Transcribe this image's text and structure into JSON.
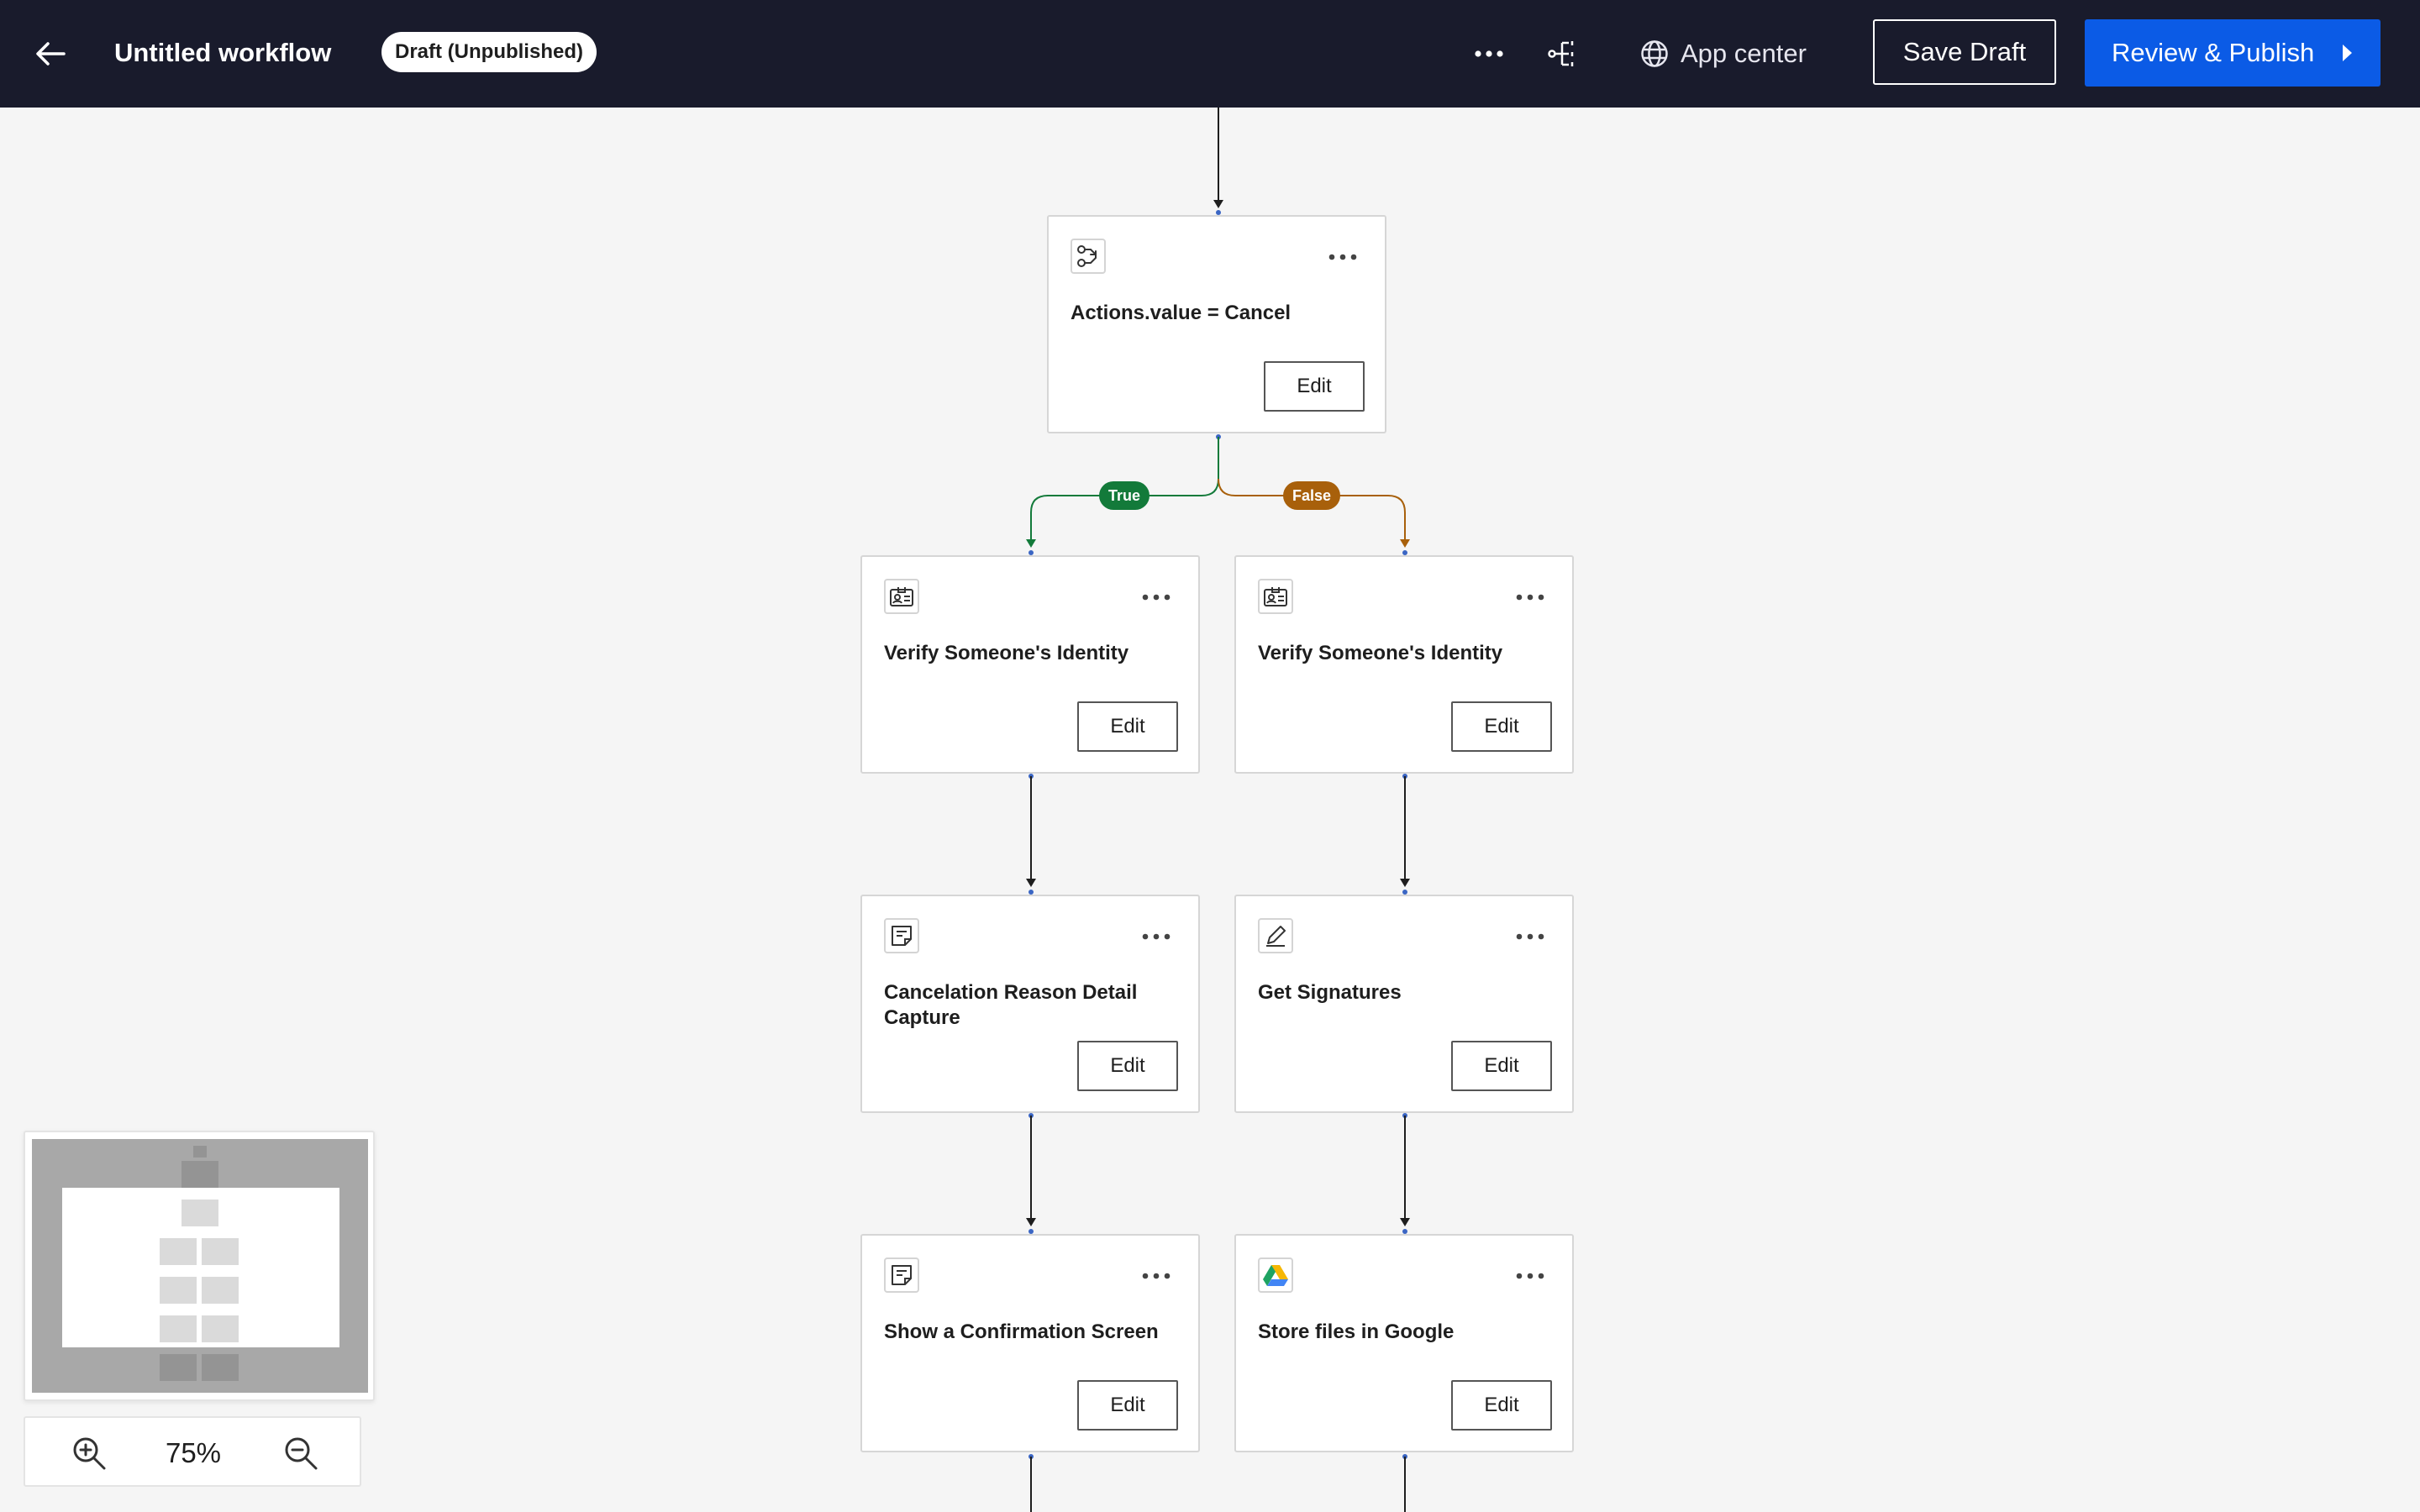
{
  "header": {
    "title": "Untitled workflow",
    "status_badge": "Draft (Unpublished)",
    "app_center": "App center",
    "save_label": "Save Draft",
    "publish_label": "Review & Publish"
  },
  "condition_node": {
    "title": "Actions.value = Cancel",
    "icon": "branch-condition-icon",
    "edit_label": "Edit"
  },
  "branches": {
    "true_label": "True",
    "false_label": "False",
    "true_color": "#137a3a",
    "false_color": "#a8600b"
  },
  "left_branch": [
    {
      "title": "Verify Someone's Identity",
      "icon": "id-card-icon",
      "edit_label": "Edit"
    },
    {
      "title": "Cancelation Reason Detail Capture",
      "icon": "form-icon",
      "edit_label": "Edit"
    },
    {
      "title": "Show a Confirmation Screen",
      "icon": "form-icon",
      "edit_label": "Edit"
    }
  ],
  "right_branch": [
    {
      "title": "Verify Someone's Identity",
      "icon": "id-card-icon",
      "edit_label": "Edit"
    },
    {
      "title": "Get Signatures",
      "icon": "pen-icon",
      "edit_label": "Edit"
    },
    {
      "title": "Store files in Google",
      "icon": "google-drive-icon",
      "edit_label": "Edit"
    }
  ],
  "zoom": {
    "level": "75%"
  },
  "colors": {
    "header_bg": "#191b2c",
    "primary": "#0b5be6",
    "canvas_bg": "#f5f5f5"
  }
}
